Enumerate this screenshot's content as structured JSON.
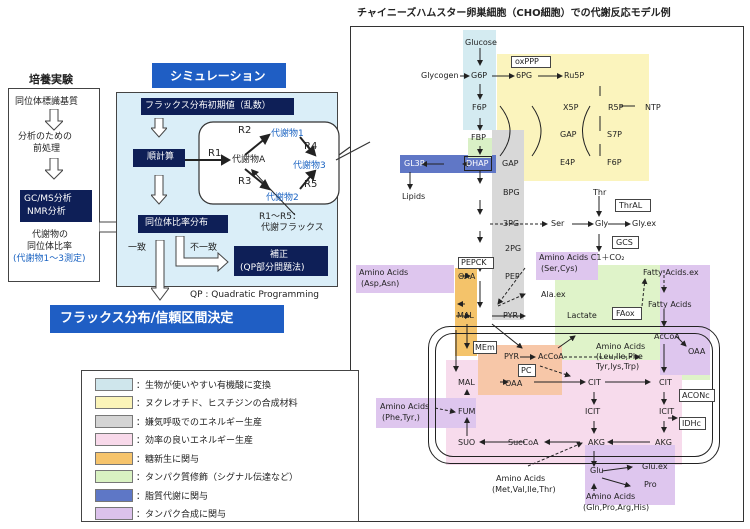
{
  "title": "チャイニーズハムスター卵巣細胞（CHO細胞）での代謝反応モデル例",
  "culture": {
    "title": "培養実験",
    "steps": [
      "同位体標識基質",
      "分析のための",
      "前処理",
      "GC/MS分析",
      "NMR分析",
      "代謝物の",
      "同位体比率",
      "(代謝物1〜3測定)"
    ]
  },
  "simulation": {
    "title": "シミュレーション",
    "init": "フラックス分布初期値（乱数）",
    "calc": "順計算",
    "ratio": "同位体比率分布",
    "agree": "一致",
    "disagree": "不一致",
    "correction": [
      "補正",
      "(QP部分問題法)"
    ],
    "qp_note": "QP : Quadratic Programming",
    "flux_note": [
      "R1〜R5：",
      "代謝フラックス"
    ],
    "metabolites": {
      "m1": "代謝物1",
      "mA": "代謝物A",
      "m2": "代謝物2",
      "m3": "代謝物3"
    },
    "reactions": [
      "R1",
      "R2",
      "R3",
      "R4",
      "R5"
    ]
  },
  "result": "フラックス分布/信頼区間決定",
  "legend": [
    {
      "color": "#cfe6ec",
      "label": "：生物が使いやすい有機酸に変換"
    },
    {
      "color": "#fbf4b8",
      "label": "：ヌクレオチド、ヒスチジンの合成材料"
    },
    {
      "color": "#d4d4d4",
      "label": "：嫌気呼吸でのエネルギー生産"
    },
    {
      "color": "#f8d9ea",
      "label": "：効率の良いエネルギー生産"
    },
    {
      "color": "#f6c46c",
      "label": "：糖新生に関与"
    },
    {
      "color": "#d9f2c2",
      "label": "：タンパク質修飾（シグナル伝達など）"
    },
    {
      "color": "#5e77c6",
      "label": "：脂質代謝に関与"
    },
    {
      "color": "#dcc2ec",
      "label": "：タンパク合成に関与"
    }
  ],
  "pathway": {
    "glucose": "Glucose",
    "oxppp": "oxPPP",
    "glycogen": "Glycogen",
    "g6p": "G6P",
    "6pg": "6PG",
    "ru5p": "Ru5P",
    "f6p": "F6P",
    "x5p": "X5P",
    "r5p": "R5P",
    "ntp": "NTP",
    "fbp": "FBP",
    "gap": "GAP",
    "s7p": "S7P",
    "e4p": "E4P",
    "f6p2": "F6P",
    "gap2": "GAP",
    "gl3p": "GL3P",
    "dhap": "DHAP",
    "lipids": "Lipids",
    "bpg": "BPG",
    "thr": "Thr",
    "thral": "ThrAL",
    "3pg": "3PG",
    "ser": "Ser",
    "gly": "Gly",
    "glyex": "Gly.ex",
    "gcs": "GCS",
    "2pg": "2PG",
    "aa_sercys": [
      "Amino Acids C1＋CO₂",
      "(Ser,Cys)"
    ],
    "pepck": "PEPCK",
    "pep": "PEP",
    "aa_aspasn": [
      "Amino Acids",
      "(Asp,Asn)"
    ],
    "oaa": "OAA",
    "alaex": "Ala.ex",
    "fattyex": "Fatty Acids.ex",
    "fatty": "Fatty Acids",
    "mal": "MAL",
    "pyr": "PYR",
    "lactate": "Lactate",
    "faox": "FAox",
    "acoa": "AcCoA",
    "oaa_r": "OAA",
    "mem": "MEm",
    "pyr2": "PYR",
    "accoa2": "AcCoA",
    "aa_leu": [
      "Amino Acids",
      "(Leu,Ile,Phe",
      "Tyr,lys,Trp)"
    ],
    "pc": "PC",
    "mal2": "MAL",
    "oaa2": "OAA",
    "cit": "CIT",
    "cit2": "CIT",
    "aconc": "ACONc",
    "aa_phetyr": [
      "Amino Acids",
      "(Phe,Tyr,)"
    ],
    "fum": "FUM",
    "icit": "ICIT",
    "icit2": "ICIT",
    "idhc": "IDHc",
    "suo": "SUO",
    "succoa": "SucCoA",
    "akg": "AKG",
    "akg2": "AKG",
    "glu": "Glu",
    "gluex": "Glu.ex",
    "pro": "Pro",
    "aa_met": [
      "Amino Acids",
      "(Met,Val,Ile,Thr)"
    ],
    "aa_gln": [
      "Amino Acids",
      "(Gln,Pro,Arg,His)"
    ]
  }
}
